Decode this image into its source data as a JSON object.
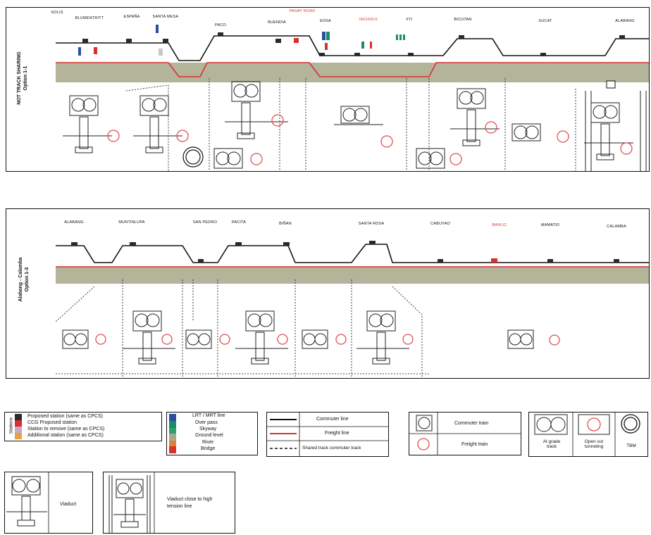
{
  "panel1": {
    "side_label": "NOT TRACK SHARING\nOption 1-1",
    "stations": [
      "SOLIS",
      "BLUMENTRITT",
      "ESPAÑA",
      "SANTA MESA",
      "PACO",
      "BUENDIA",
      "EDSA",
      "NICHOLS",
      "FTI",
      "BICUTAN",
      "SUCAT",
      "ALABANG"
    ],
    "top_label": "PASAY ROAD"
  },
  "panel2": {
    "side_label": "Alabang - Calamba\nOption 1-3",
    "stations": [
      "ALABANG",
      "MUNTINLUPA",
      "SAN PEDRO",
      "PACITA",
      "BIÑAN",
      "SANTA ROSA",
      "CABUYAO",
      "BANLIC",
      "MAMATID",
      "CALAMBA"
    ]
  },
  "legend_stations": {
    "title": "Stations",
    "items": [
      {
        "label": "Proposed station (same as CPCS)",
        "color": "#2a2a2a"
      },
      {
        "label": "CCG Proposed station",
        "color": "#d83030"
      },
      {
        "label": "Station to remove (same as CPCS)",
        "color": "#c8a8c8"
      },
      {
        "label": "Additional station (same as CPCS)",
        "color": "#e8a040"
      }
    ]
  },
  "legend_levels": {
    "items": [
      {
        "label": "LRT / MRT line",
        "color": "#2a4fa0"
      },
      {
        "label": "Over pass",
        "color": "#1d8a6a"
      },
      {
        "label": "Skyway",
        "color": "#2aa070"
      },
      {
        "label": "Ground level",
        "color": "#a8a888"
      },
      {
        "label": "River",
        "color": "#e08030"
      },
      {
        "label": "Bridge",
        "color": "#d83030"
      }
    ]
  },
  "legend_lines": {
    "items": [
      {
        "label": "Commuter line",
        "style": "black"
      },
      {
        "label": "Freight line",
        "style": "red"
      },
      {
        "label": "Shared track commuter track",
        "style": "dashed"
      }
    ]
  },
  "legend_trains": {
    "items": [
      {
        "label": "Commuter train"
      },
      {
        "label": "Freight train"
      }
    ]
  },
  "legend_types": {
    "items": [
      {
        "label": "At grade track"
      },
      {
        "label": "Open cut tunneling"
      },
      {
        "label": "TBM"
      }
    ]
  },
  "legend_viaduct": {
    "label": "Viaduct"
  },
  "legend_viaduct_hv": {
    "label": "Viaduct close to high tension line"
  }
}
